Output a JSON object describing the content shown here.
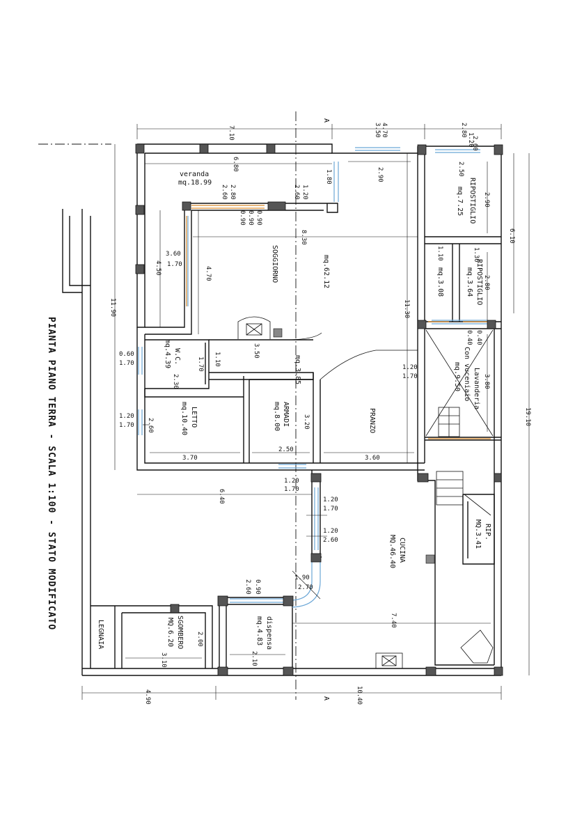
{
  "title": "PIANTA PIANO TERRA  -  SCALA 1:100  -  STATO MODIFICATO",
  "section_marker": "A",
  "rooms": [
    {
      "name": "veranda",
      "area": "mq.18.99"
    },
    {
      "name": "SOGGIORNO",
      "area": "mq.62.12"
    },
    {
      "name": "RIPOSTIGLIO",
      "area": "mq.7.25"
    },
    {
      "name": "RIPOSTIGLIO",
      "area": "mq.3.64"
    },
    {
      "name": "",
      "area": "mq.3.08"
    },
    {
      "name": "W.C.",
      "area": "mq.4.39"
    },
    {
      "name": "",
      "area": "mq.3.85"
    },
    {
      "name": "LETTO",
      "area": "mq.10.40"
    },
    {
      "name": "ARMADI",
      "area": "mq.8.00"
    },
    {
      "name": "PRANZO",
      "area": ""
    },
    {
      "name": "Lavanderia",
      "area": "mq.9.50",
      "note": "Con vuceniaio"
    },
    {
      "name": "RIP.",
      "area": "MQ.3.41"
    },
    {
      "name": "CUCINA",
      "area": "MQ.46.40"
    },
    {
      "name": "dispensa",
      "area": "mq.4.83"
    },
    {
      "name": "SGOMBERO",
      "area": "MQ.6.20"
    },
    {
      "name": "LEGNAIA",
      "area": ""
    }
  ],
  "dimensions": {
    "top": [
      "7.10",
      "3.50",
      "4.70",
      "2.80",
      "1.20",
      "2.60"
    ],
    "inner": [
      "6.80",
      "1.80",
      "2.90",
      "2.50",
      "1.20",
      "2.60",
      "2.80",
      "2.60",
      "0.90",
      "0.90",
      "0.90",
      "8.30",
      "2.90",
      "6.10"
    ],
    "left": [
      "11.90",
      "3.60",
      "1.70",
      "4.50",
      "4.70",
      "0.60",
      "1.70",
      "1.20",
      "1.70"
    ],
    "middle": [
      "11.30",
      "1.10",
      "3.50",
      "1.70",
      "2.30",
      "2.60",
      "3.70",
      "3.20",
      "2.50",
      "3.60",
      "1.20",
      "1.70",
      "1.10",
      "1.30",
      "2.80",
      "0.40",
      "0.40",
      "3.80"
    ],
    "right": [
      "19.10"
    ],
    "lower": [
      "6.40",
      "1.20",
      "1.70",
      "1.20",
      "1.70",
      "1.20",
      "2.60",
      "1.90",
      "2.70",
      "0.90",
      "2.60",
      "7.40",
      "2.00",
      "3.10",
      "2.10"
    ],
    "bottom": [
      "4.90",
      "10.40"
    ]
  }
}
